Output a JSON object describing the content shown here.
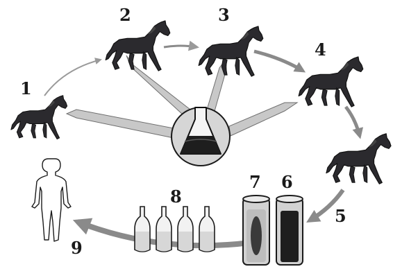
{
  "labels": {
    "n1": "1",
    "n2": "2",
    "n3": "3",
    "n4": "4",
    "n5": "5",
    "n6": "6",
    "n7": "7",
    "n8": "8",
    "n9": "9"
  },
  "colors": {
    "horse": "#2b2a2e",
    "horse_outline": "#111111",
    "arrow_thin": "#9a9a9a",
    "arrow_thick": "#8a8a8a",
    "ray_fill": "#c8c8c8",
    "ray_stroke": "#6e6e6e",
    "tube_fill": "#cfcfcf",
    "liquid_dark": "#1e1e1e",
    "vial_glass": "#f2f2f2",
    "vial_liquid": "#d7d7d7"
  },
  "icons": {
    "flask": "erlenmeyer-flask-icon",
    "horse": "horse-icon",
    "human": "human-figure-icon",
    "tube": "test-tube-icon",
    "vial": "ampoule-icon"
  }
}
